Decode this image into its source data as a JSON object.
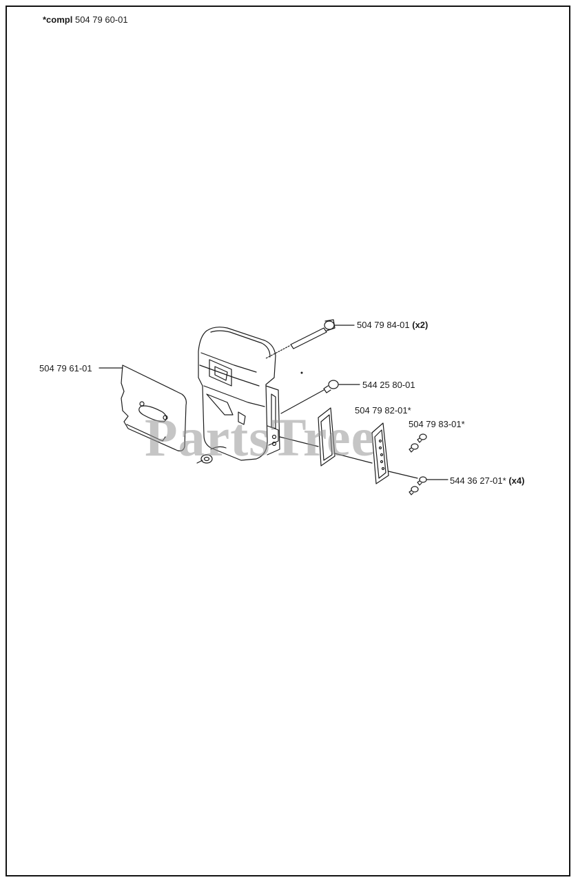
{
  "header": {
    "compl_prefix": "*compl",
    "compl_number": "504 79 60-01"
  },
  "parts": {
    "bolt": {
      "number": "504 79 84-01",
      "qty": "(x2)"
    },
    "gasket_left": {
      "number": "504 79 61-01"
    },
    "screw_top": {
      "number": "544 25 80-01"
    },
    "plate_gasket": {
      "number": "504 79 82-01*"
    },
    "spark_screen": {
      "number": "504 79 83-01*"
    },
    "screw_small": {
      "number": "544 36 27-01*",
      "qty": "(x4)"
    }
  },
  "watermark": {
    "text": "PartsTree"
  },
  "colors": {
    "line": "#1a1a1a",
    "watermark": "#969696",
    "frame": "#111111"
  }
}
